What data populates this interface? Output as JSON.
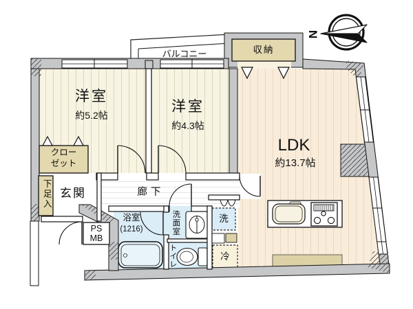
{
  "compass": {
    "north_label": "N"
  },
  "rooms": {
    "bedroom1": {
      "name": "洋室",
      "size": "約5.2帖"
    },
    "bedroom2": {
      "name": "洋室",
      "size": "約4.3帖"
    },
    "ldk": {
      "name": "LDK",
      "size": "約13.7帖"
    },
    "balcony": {
      "name": "バルコニー"
    },
    "storage": {
      "name": "収納"
    },
    "closet": {
      "name_line1": "クロー",
      "name_line2": "ゼット"
    },
    "shoe_cabinet": {
      "name": "下足入"
    },
    "entrance": {
      "name": "玄関"
    },
    "hallway": {
      "name": "廊下"
    },
    "bathroom": {
      "name": "浴室",
      "size": "(1216)"
    },
    "washroom": {
      "name": "洗面室"
    },
    "toilet": {
      "name": "トイレ"
    },
    "washer": {
      "name": "洗"
    },
    "refrigerator": {
      "name": "冷"
    },
    "pipe_space": {
      "line1": "PS",
      "line2": "MB"
    }
  },
  "colors": {
    "wall": "#c6c7c9",
    "bedroom_floor": "#f8f4e3",
    "bedroom_stripe": "#ddd5b6",
    "ldk_floor": "#f9ecda",
    "ldk_stripe": "#e8d8c0",
    "wet_floor": "#dbedf7",
    "cabinet_tan": "#e3d8ae",
    "outline": "#111111"
  }
}
